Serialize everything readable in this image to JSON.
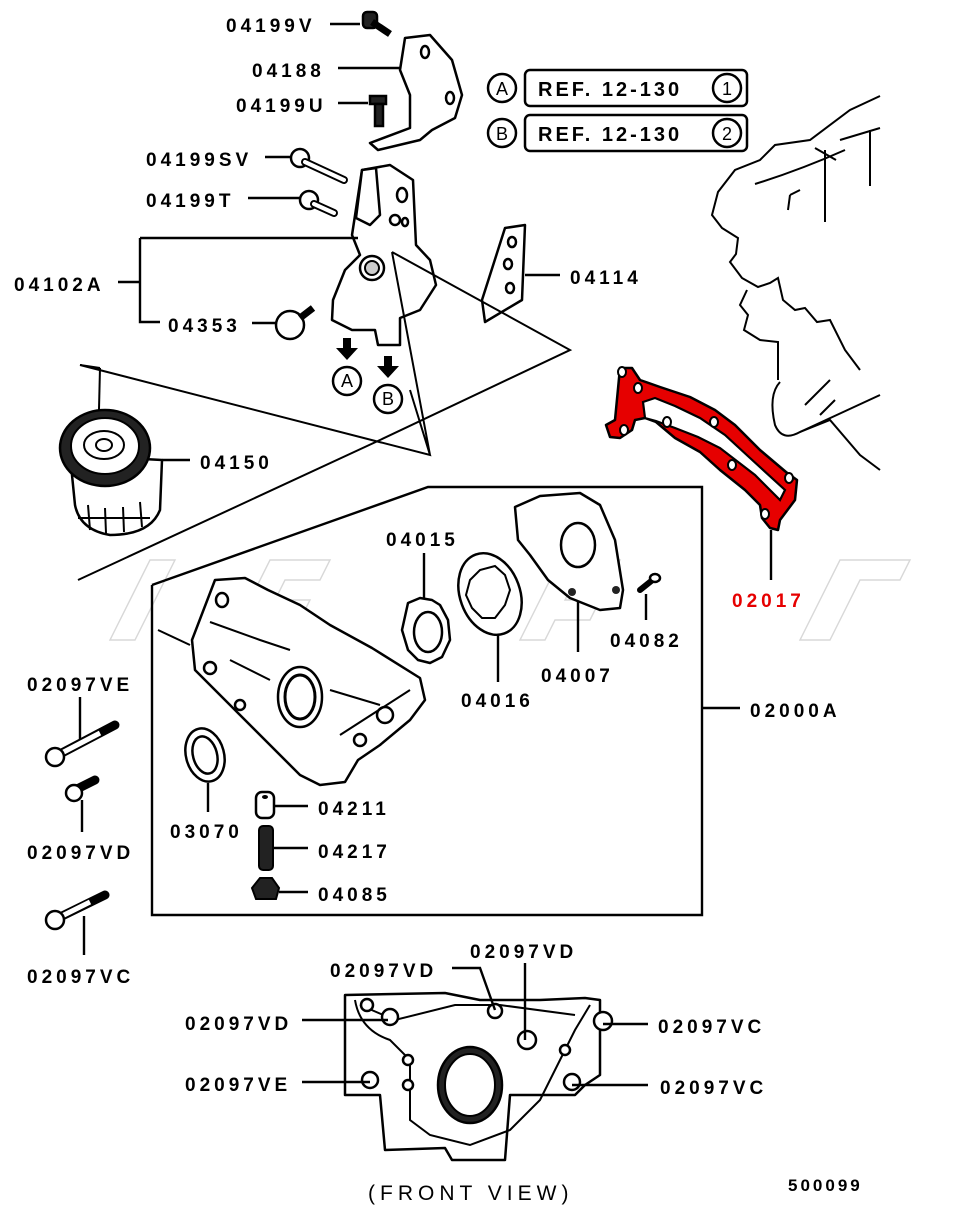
{
  "diagram": {
    "title": "Oil pump / oil filter bracket exploded parts diagram",
    "highlight_color": "#e60000",
    "line_color": "#000000",
    "references": [
      {
        "marker": "A",
        "text": "REF. 12-130",
        "index": "1"
      },
      {
        "marker": "B",
        "text": "REF. 12-130",
        "index": "2"
      }
    ],
    "flow_markers": [
      "A",
      "B"
    ],
    "parts": {
      "p04199V": "04199V",
      "p04188": "04188",
      "p04199U": "04199U",
      "p04199SV": "04199SV",
      "p04199T": "04199T",
      "p04102A": "04102A",
      "p04353": "04353",
      "p04114": "04114",
      "p04150": "04150",
      "p02017": "02017",
      "p04015": "04015",
      "p04082": "04082",
      "p04007": "04007",
      "p04016": "04016",
      "p02000A": "02000A",
      "p02097VE": "02097VE",
      "p02097VD": "02097VD",
      "p02097VC": "02097VC",
      "p04211": "04211",
      "p03070": "03070",
      "p04217": "04217",
      "p04085": "04085"
    },
    "front_view": {
      "caption": "(FRONT VIEW)",
      "callouts_left": [
        "02097VD",
        "02097VE"
      ],
      "callouts_top": [
        "02097VD",
        "02097VD"
      ],
      "callouts_right": [
        "02097VC",
        "02097VC"
      ]
    },
    "diagram_code": "500099",
    "highlighted_part": "02017"
  }
}
